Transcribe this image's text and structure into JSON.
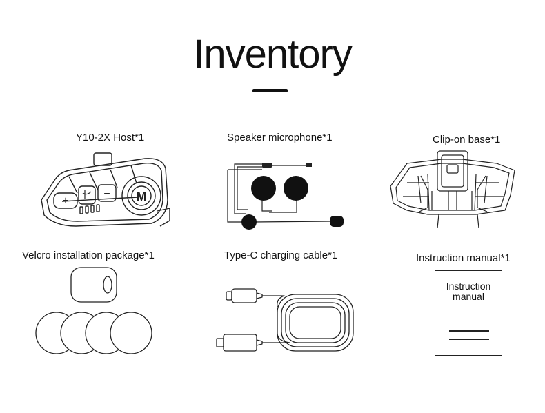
{
  "page": {
    "title": "Inventory"
  },
  "items": [
    {
      "id": "host",
      "label": "Y10-2X Host*1",
      "icon": "intercom-host-icon"
    },
    {
      "id": "speaker",
      "label": "Speaker microphone*1",
      "icon": "speaker-microphone-icon"
    },
    {
      "id": "clip",
      "label": "Clip-on base*1",
      "icon": "clip-on-base-icon"
    },
    {
      "id": "velcro",
      "label": "Velcro installation package*1",
      "icon": "velcro-pads-icon"
    },
    {
      "id": "cable",
      "label": "Type-C charging cable*1",
      "icon": "usb-c-cable-icon"
    },
    {
      "id": "manual",
      "label": "Instruction manual*1",
      "icon": "manual-booklet-icon",
      "cover_line1": "Instruction",
      "cover_line2": "manual"
    }
  ],
  "host_buttons": {
    "plus": "+",
    "minus": "−",
    "m": "M"
  }
}
